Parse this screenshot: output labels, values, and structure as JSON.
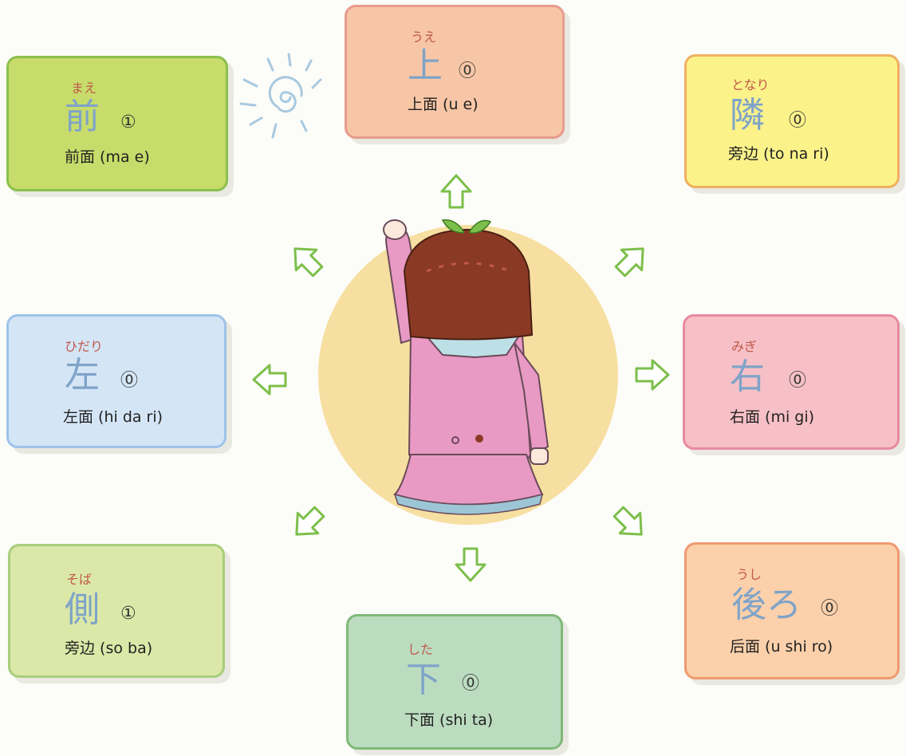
{
  "cards": {
    "up": {
      "furigana": "うえ",
      "kanji": "上",
      "tone": "⓪",
      "meaning": "上面 (u e)"
    },
    "front": {
      "furigana": "まえ",
      "kanji": "前",
      "tone": "①",
      "meaning": "前面 (ma e)"
    },
    "next": {
      "furigana": "となり",
      "kanji": "隣",
      "tone": "⓪",
      "meaning": "旁边 (to na ri)"
    },
    "left": {
      "furigana": "ひだり",
      "kanji": "左",
      "tone": "⓪",
      "meaning": "左面 (hi da ri)"
    },
    "right": {
      "furigana": "みぎ",
      "kanji": "右",
      "tone": "⓪",
      "meaning": "右面 (mi gi)"
    },
    "side": {
      "furigana": "そば",
      "kanji": "側",
      "tone": "①",
      "meaning": "旁边 (so ba)"
    },
    "down": {
      "furigana": "した",
      "kanji": "下",
      "tone": "⓪",
      "meaning": "下面 (shi ta)"
    },
    "back": {
      "furigana": "うし",
      "kanji": "後ろ",
      "tone": "⓪",
      "meaning": "后面 (u shi ro)"
    }
  },
  "colors": {
    "furigana": "#c0584a",
    "kanji": "#7fa3c8",
    "arrow": "#7cbf4a",
    "circle": "#f6dfa0",
    "figure_pink": "#e89ac4",
    "hair": "#8a3a24"
  }
}
